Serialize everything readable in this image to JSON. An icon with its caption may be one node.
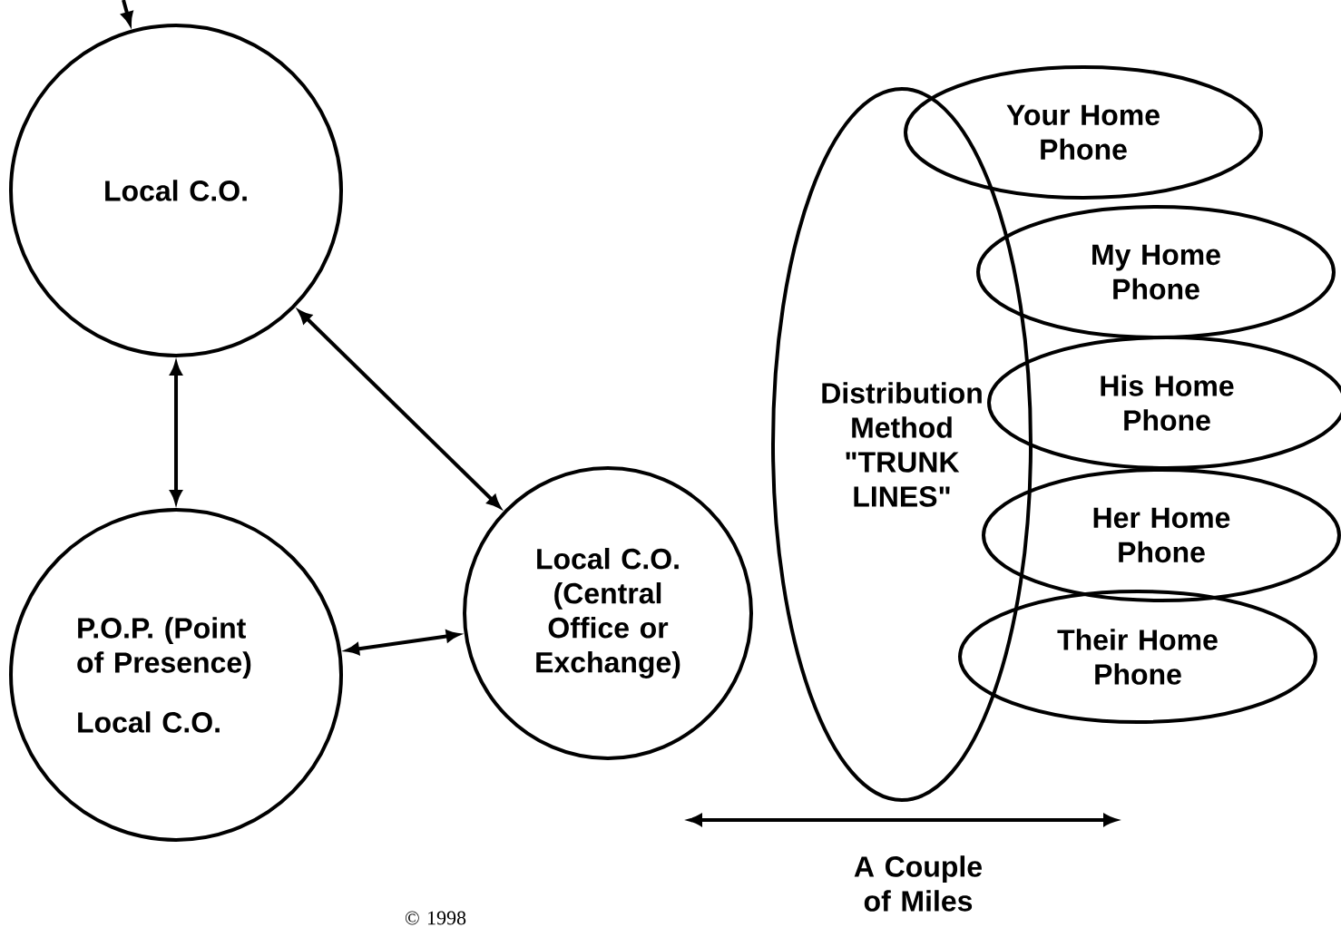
{
  "diagram": {
    "nodes": [
      {
        "text": [
          "Local C.O."
        ]
      },
      {
        "text": [
          "P.O.P. (Point of Presence)",
          "Local C.O."
        ]
      },
      {
        "text": [
          "Local C.O. (Central Office or Exchange)"
        ]
      },
      {
        "text": [
          "Distribution Method \"TRUNK LINES\""
        ]
      },
      {
        "text": [
          "Your Home Phone"
        ]
      },
      {
        "text": [
          "My Home Phone"
        ]
      },
      {
        "text": [
          "His Home Phone"
        ]
      },
      {
        "text": [
          "Her Home Phone"
        ]
      },
      {
        "text": [
          "Their Home Phone"
        ]
      }
    ],
    "edges": [
      {
        "from": null,
        "to": 0,
        "arrow": "to"
      },
      {
        "from": 0,
        "to": 1,
        "arrow": "both"
      },
      {
        "from": 0,
        "to": 2,
        "arrow": "both"
      },
      {
        "from": 1,
        "to": 2,
        "arrow": "both"
      }
    ],
    "labels": [
      "A Couple of Miles",
      "© 1998"
    ]
  }
}
